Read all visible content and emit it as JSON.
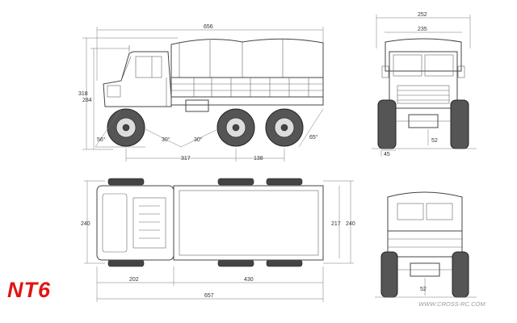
{
  "brand": {
    "logo_text": "NT6",
    "logo_color": "#e11414",
    "website": "WWW.CROSS-RC.COM"
  },
  "side_view": {
    "dims": {
      "overall_length": "656",
      "overall_height": "318",
      "cab_height": "284",
      "approach_angle": "56°",
      "belly_angle_front": "30°",
      "belly_angle_rear": "30°",
      "departure_angle": "65°",
      "wheelbase_front": "317",
      "wheelbase_rear": "138"
    }
  },
  "front_view": {
    "dims": {
      "overall_width": "252",
      "cargo_width": "235",
      "ground_clearance_left": "45",
      "ground_clearance_right": "52"
    }
  },
  "top_view": {
    "dims": {
      "width_left": "240",
      "bed_width": "217",
      "width_right": "240",
      "cab_length": "202",
      "bed_length": "430",
      "overall_length": "657"
    }
  },
  "rear_view": {
    "dims": {
      "ground_clearance": "52"
    }
  },
  "colors": {
    "line": "#444444",
    "tire": "#555555",
    "accent": "#e11414"
  }
}
